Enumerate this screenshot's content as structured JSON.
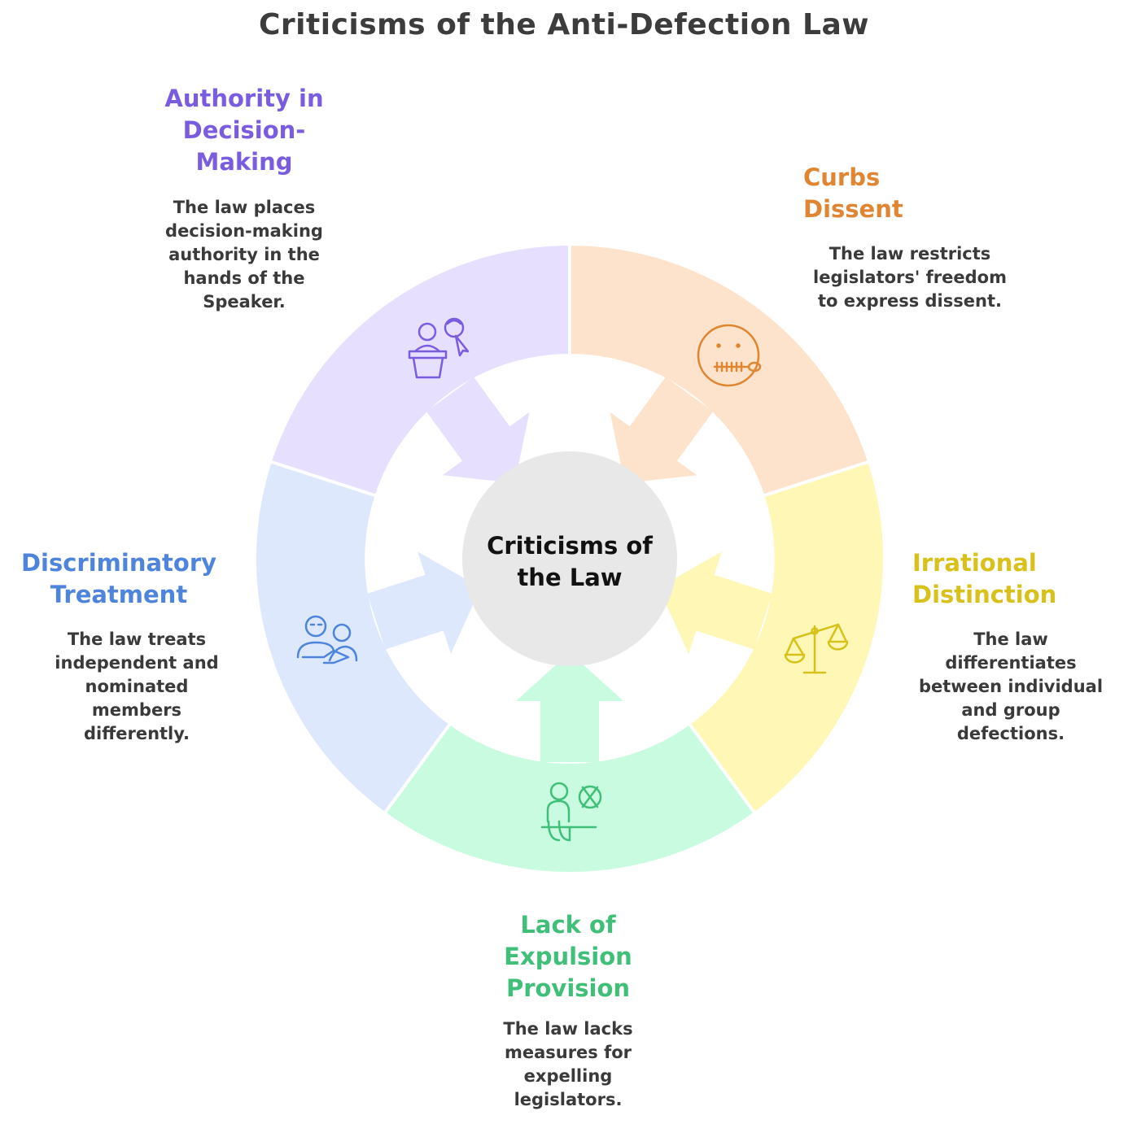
{
  "title": "Criticisms of the Anti-Defection Law",
  "center": {
    "line1": "Criticisms of",
    "line2": "the Law"
  },
  "segments": [
    {
      "id": "authority",
      "heading_lines": [
        "Authority in",
        "Decision-",
        "Making"
      ],
      "description_lines": [
        "The law places",
        "decision-making",
        "authority in the",
        "hands of the",
        "Speaker."
      ],
      "fill": "#e6dffd",
      "accent": "#7a5ce0",
      "icon": "speaker-podium-icon"
    },
    {
      "id": "dissent",
      "heading_lines": [
        "Curbs",
        "Dissent"
      ],
      "description_lines": [
        "The law restricts",
        "legislators' freedom",
        "to express dissent."
      ],
      "fill": "#fde3cb",
      "accent": "#e08532",
      "icon": "zipped-mouth-face-icon"
    },
    {
      "id": "irrational",
      "heading_lines": [
        "Irrational",
        "Distinction"
      ],
      "description_lines": [
        "The law",
        "differentiates",
        "between individual",
        "and group",
        "defections."
      ],
      "fill": "#fef7b6",
      "accent": "#d7c11a",
      "icon": "balance-scale-icon"
    },
    {
      "id": "expulsion",
      "heading_lines": [
        "Lack of",
        "Expulsion",
        "Provision"
      ],
      "description_lines": [
        "The law lacks",
        "measures for",
        "expelling",
        "legislators."
      ],
      "fill": "#c9fbe1",
      "accent": "#3fbf78",
      "icon": "seated-person-cross-icon"
    },
    {
      "id": "discriminatory",
      "heading_lines": [
        "Discriminatory",
        "Treatment"
      ],
      "description_lines": [
        "The law treats",
        "independent and",
        "nominated",
        "members",
        "differently."
      ],
      "fill": "#dde8fd",
      "accent": "#4e84dc",
      "icon": "two-people-unequal-icon"
    }
  ],
  "colors": {
    "center_fill": "#e8e8e8",
    "title": "#3c3c3c",
    "description": "#3a3a3a"
  }
}
